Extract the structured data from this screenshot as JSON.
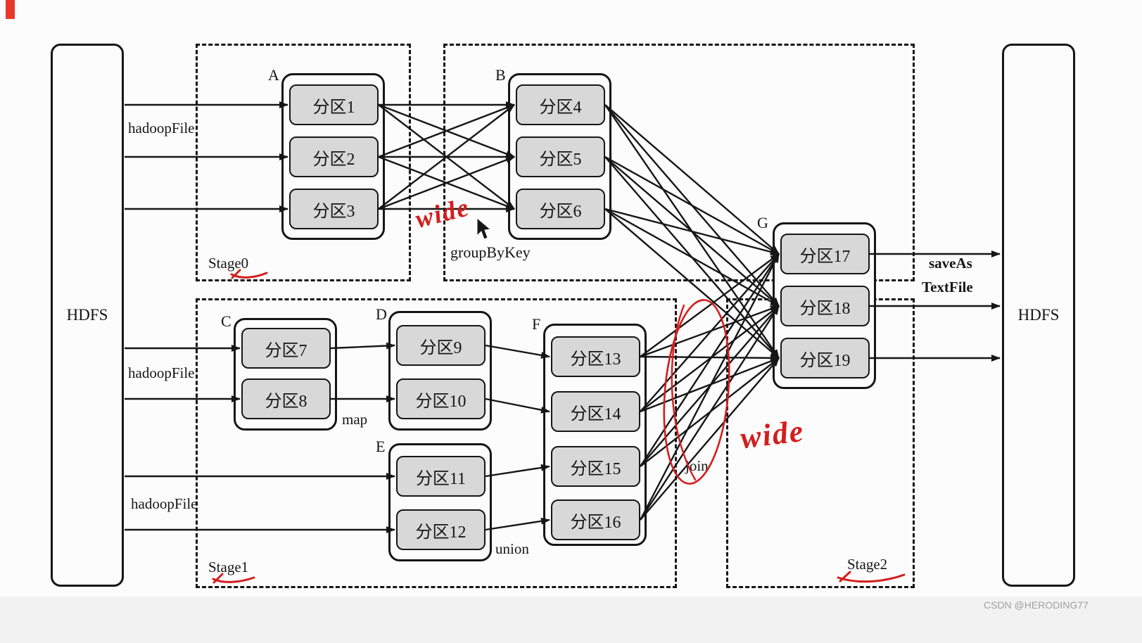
{
  "hdfs": {
    "left": "HDFS",
    "right": "HDFS"
  },
  "stages": [
    "Stage0",
    "Stage1",
    "Stage2"
  ],
  "edge_labels": {
    "hadoop_file": [
      "hadoopFile",
      "hadoopFile",
      "hadoopFile"
    ],
    "group_by_key": "groupByKey",
    "map": "map",
    "union": "union",
    "join": "join",
    "save_as_line1": "saveAs",
    "save_as_line2": "TextFile"
  },
  "groups": {
    "A": {
      "label": "A",
      "partitions": [
        "分区1",
        "分区2",
        "分区3"
      ]
    },
    "B": {
      "label": "B",
      "partitions": [
        "分区4",
        "分区5",
        "分区6"
      ]
    },
    "C": {
      "label": "C",
      "partitions": [
        "分区7",
        "分区8"
      ]
    },
    "D": {
      "label": "D",
      "partitions": [
        "分区9",
        "分区10"
      ]
    },
    "E": {
      "label": "E",
      "partitions": [
        "分区11",
        "分区12"
      ]
    },
    "F": {
      "label": "F",
      "partitions": [
        "分区13",
        "分区14",
        "分区15",
        "分区16"
      ]
    },
    "G": {
      "label": "G",
      "partitions": [
        "分区17",
        "分区18",
        "分区19"
      ]
    }
  },
  "annotations": {
    "wide_top": "wide",
    "wide_bottom": "wide",
    "watermark": "CSDN @HERODING77"
  },
  "colors": {
    "partition_fill": "#d8d8d8",
    "line": "#161616",
    "annotation_red": "#d41d1d",
    "watermark_gray": "#a0a0a0"
  }
}
